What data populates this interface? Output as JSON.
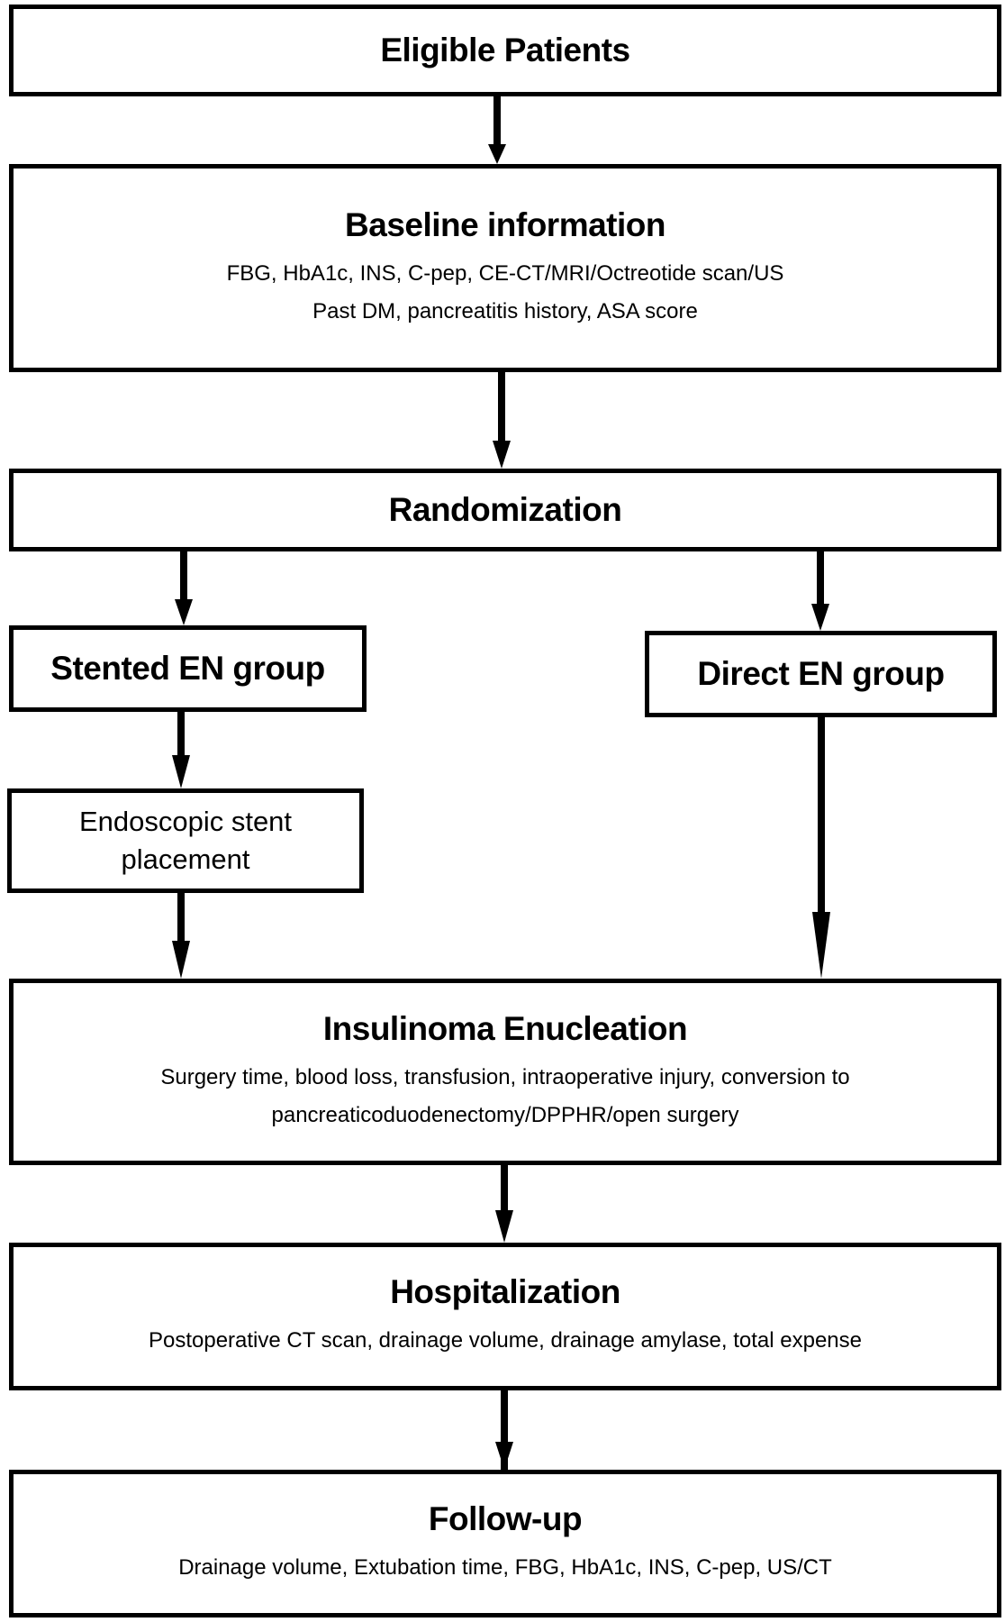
{
  "eligible": {
    "title": "Eligible Patients"
  },
  "baseline": {
    "title": "Baseline information",
    "lines": [
      "FBG, HbA1c, INS, C-pep, CE-CT/MRI/Octreotide scan/US",
      "Past DM, pancreatitis history, ASA score"
    ]
  },
  "randomization": {
    "title": "Randomization"
  },
  "stented": {
    "title": "Stented EN group"
  },
  "direct": {
    "title": "Direct EN group"
  },
  "stent": {
    "lines": [
      "Endoscopic stent",
      "placement"
    ]
  },
  "enucleation": {
    "title": "Insulinoma Enucleation",
    "lines": [
      "Surgery time, blood loss, transfusion, intraoperative injury, conversion to",
      "pancreaticoduodenectomy/DPPHR/open surgery"
    ]
  },
  "hospitalization": {
    "title": "Hospitalization",
    "lines": [
      "Postoperative CT scan, drainage volume, drainage amylase, total expense"
    ]
  },
  "followup": {
    "title": "Follow-up",
    "lines": [
      "Drainage volume, Extubation time, FBG, HbA1c, INS, C-pep, US/CT"
    ]
  }
}
